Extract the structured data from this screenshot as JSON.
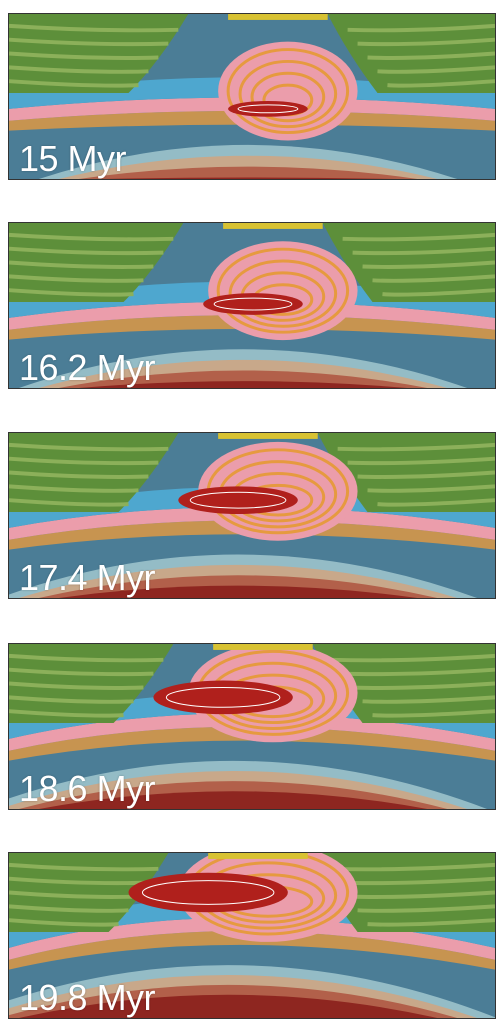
{
  "figure": {
    "panels": [
      {
        "label": "15 Myr"
      },
      {
        "label": "16.2 Myr"
      },
      {
        "label": "17.4 Myr"
      },
      {
        "label": "18.6 Myr"
      },
      {
        "label": "19.8 Myr"
      }
    ]
  },
  "colors": {
    "sediment_green": "#5d8f3a",
    "sediment_green_light": "#8cb05a",
    "upper_crust_blue": "#4ea7cf",
    "pink": "#eb9dab",
    "orange": "#e69a3f",
    "mantle_dark_blue": "#4b7d96",
    "asthenosphere_light": "#94bcc6",
    "tan": "#c8a88a",
    "terracotta": "#b2604a",
    "dark_red": "#8e2620",
    "melt_red": "#b0201c",
    "yellow": "#d8c232"
  }
}
